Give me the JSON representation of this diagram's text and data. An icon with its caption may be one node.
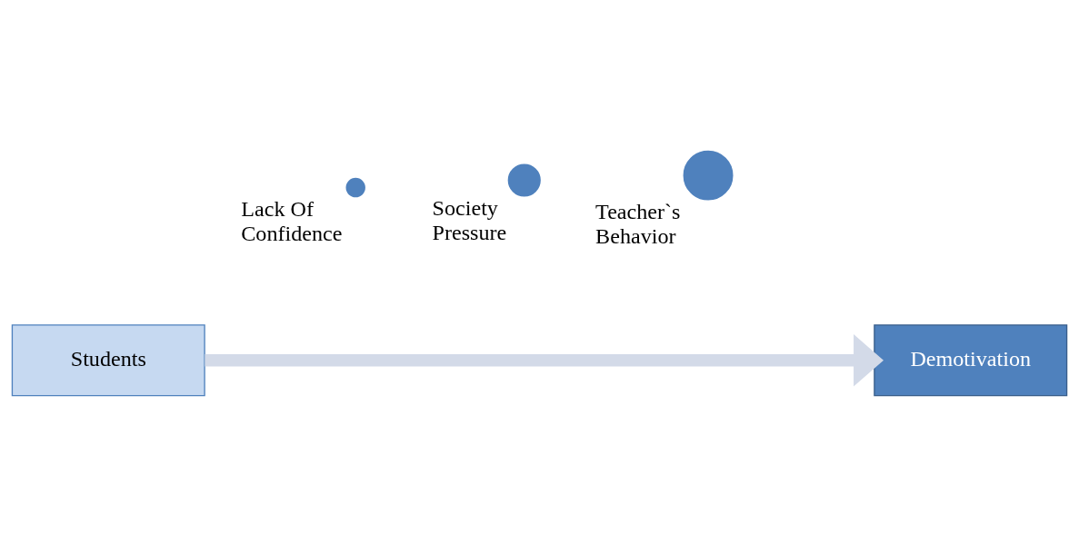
{
  "diagram": {
    "nodes": [
      {
        "text": [
          "Students"
        ]
      },
      {
        "text": [],
        "shape": "circle",
        "beside": [
          "Lack Of Confidence"
        ]
      },
      {
        "text": [],
        "shape": "circle",
        "beside": [
          "Society Pressure"
        ]
      },
      {
        "text": [],
        "shape": "circle",
        "beside": [
          "Teacher`s Behavior"
        ]
      },
      {
        "text": [
          "Demotivation"
        ]
      }
    ],
    "edges": [
      {
        "from": 0,
        "to": 4,
        "arrow": "to",
        "color": "#d3dae8"
      }
    ]
  }
}
